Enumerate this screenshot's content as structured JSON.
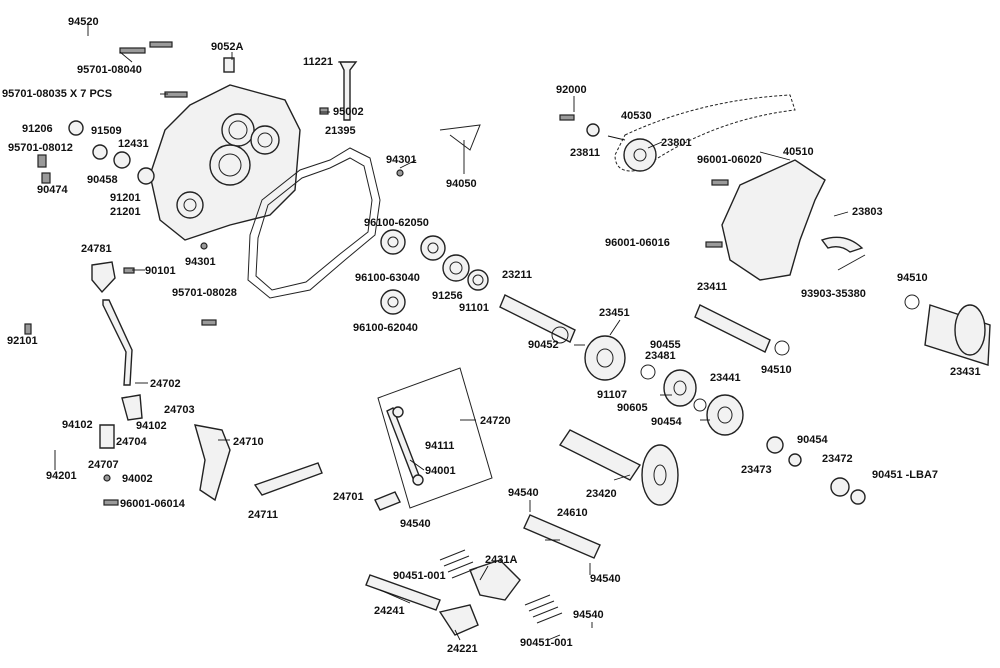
{
  "diagram": {
    "labels": [
      "94520",
      "95701-08040",
      "9052A",
      "11221",
      "95701-08035 X 7 PCS",
      "95002",
      "92000",
      "40530",
      "23801",
      "23811",
      "91206",
      "91509",
      "95701-08012",
      "12431",
      "90458",
      "90474",
      "91201",
      "21201",
      "21395",
      "94301",
      "94050",
      "96001-06020",
      "40510",
      "23803",
      "96100-62050",
      "96001-06016",
      "24781",
      "90101",
      "94301",
      "96100-63040",
      "91256",
      "91101",
      "93903-35380",
      "95701-08028",
      "96100-62040",
      "23211",
      "23411",
      "94510",
      "92101",
      "23451",
      "90452",
      "90455",
      "23481",
      "91107",
      "94510",
      "23431",
      "24702",
      "24703",
      "90605",
      "23441",
      "94102",
      "94102",
      "24720",
      "90454",
      "24704",
      "94111",
      "24710",
      "90454",
      "23473",
      "24707",
      "94201",
      "94002",
      "94001",
      "23472",
      "90451 -LBA7",
      "23420",
      "96001-06014",
      "24701",
      "94540",
      "24711",
      "24610",
      "94540",
      "90451-001",
      "2431A",
      "94540",
      "24241",
      "94540",
      "90451-001",
      "24221"
    ]
  }
}
